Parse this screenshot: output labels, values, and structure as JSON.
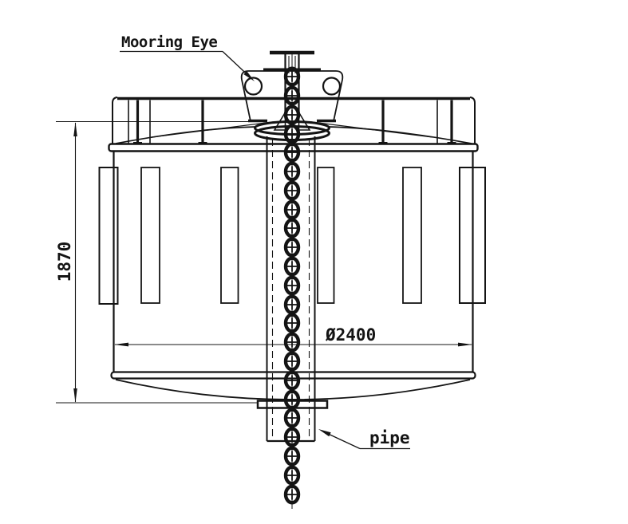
{
  "labels": {
    "mooring_eye": "Mooring Eye",
    "pipe": "pipe"
  },
  "dimensions": {
    "height": "1870",
    "diameter": "Ø2400"
  },
  "colors": {
    "line": "#141414",
    "background": "#ffffff"
  }
}
